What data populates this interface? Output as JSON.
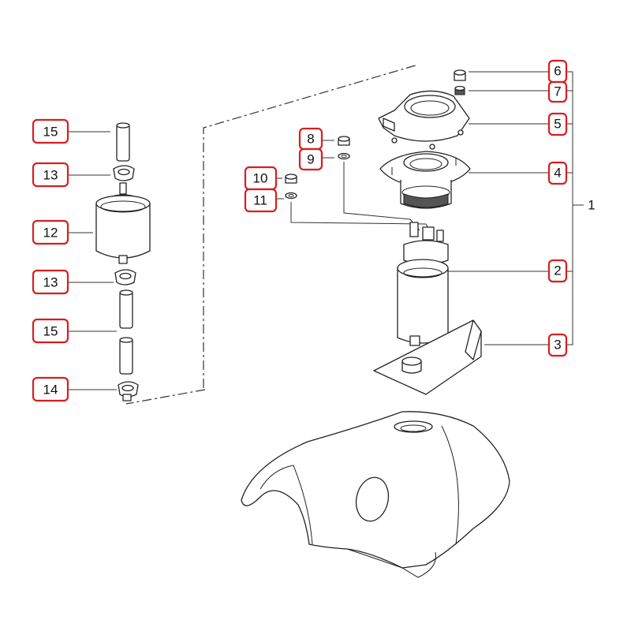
{
  "diagram": {
    "accent_color": "#d81e1e",
    "callouts": {
      "c15a": "15",
      "c13a": "13",
      "c12": "12",
      "c13b": "13",
      "c15b": "15",
      "c14": "14",
      "c10": "10",
      "c11": "11",
      "c8": "8",
      "c9": "9",
      "c6": "6",
      "c7": "7",
      "c5": "5",
      "c4": "4",
      "c2": "2",
      "c3": "3"
    },
    "assembly_label": "1"
  }
}
